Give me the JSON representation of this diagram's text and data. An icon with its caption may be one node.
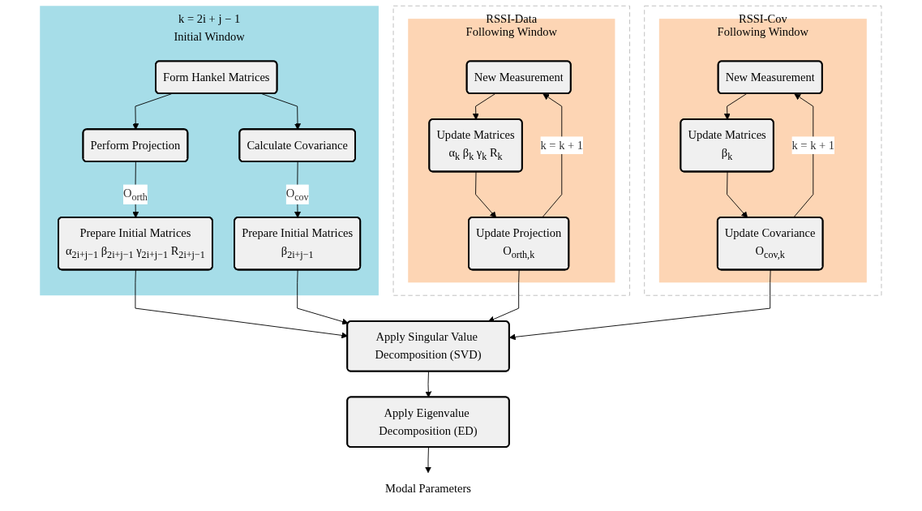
{
  "diagram": {
    "nodes": [
      {
        "text": [
          "RSSI-Data"
        ]
      },
      {
        "text": [
          "RSSI-Cov"
        ]
      },
      {
        "text": [
          "Following Window"
        ],
        "in": 0
      },
      {
        "text": [
          "New Measurement"
        ],
        "in": 2
      },
      {
        "text": [
          "Update Matrices",
          "α$_{k}$ β$_{k}$ γ$_{k}$ R$_{k}$"
        ],
        "in": 2
      },
      {
        "text": [
          "Update Projection",
          "O$_{orth,k}$"
        ],
        "in": 2
      },
      {
        "text": [
          "k = 2i + j − 1",
          "Initial Window"
        ]
      },
      {
        "text": [
          "Form Hankel Matrices"
        ],
        "in": 6
      },
      {
        "text": [
          "Perform Projection"
        ],
        "in": 6
      },
      {
        "text": [
          "Calculate Covariance"
        ],
        "in": 6
      },
      {
        "text": [
          "Prepare Initial Matrices",
          "α$_{2i+j−1}$ β$_{2i+j−1}$ γ$_{2i+j−1}$ R$_{2i+j−1}$"
        ],
        "in": 6
      },
      {
        "text": [
          "Prepare Initial Matrices",
          "β$_{2i+j−1}$"
        ],
        "in": 6
      },
      {
        "text": [
          "Following Window"
        ],
        "in": 1
      },
      {
        "text": [
          "New Measurement"
        ],
        "in": 12
      },
      {
        "text": [
          "Update Matrices",
          "β$_{k}$"
        ],
        "in": 12
      },
      {
        "text": [
          "Update Covariance",
          "O$_{cov,k}$"
        ],
        "in": 12
      },
      {
        "text": [
          "Apply Singular Value Decomposition (SVD)"
        ]
      },
      {
        "text": [
          "Apply Eigenvalue Decomposition (ED)"
        ]
      },
      {
        "text": [
          "Modal Parameters"
        ]
      }
    ],
    "edges": [
      {
        "from": 7,
        "to": 8,
        "arrow": "to"
      },
      {
        "from": 7,
        "to": 9,
        "arrow": "to"
      },
      {
        "from": 8,
        "to": 10,
        "arrow": "to",
        "label": "O$_{orth}$"
      },
      {
        "from": 9,
        "to": 11,
        "arrow": "to",
        "label": "O$_{cov}$"
      },
      {
        "from": 3,
        "to": 4,
        "arrow": "to"
      },
      {
        "from": 4,
        "to": 5,
        "arrow": "to"
      },
      {
        "from": 5,
        "to": 3,
        "arrow": "to",
        "label": "k = k + 1"
      },
      {
        "from": 13,
        "to": 14,
        "arrow": "to"
      },
      {
        "from": 14,
        "to": 15,
        "arrow": "to"
      },
      {
        "from": 15,
        "to": 13,
        "arrow": "to",
        "label": "k = k + 1"
      },
      {
        "from": 10,
        "to": 16,
        "arrow": "to"
      },
      {
        "from": 11,
        "to": 16,
        "arrow": "to"
      },
      {
        "from": 5,
        "to": 16,
        "arrow": "to"
      },
      {
        "from": 15,
        "to": 16,
        "arrow": "to"
      },
      {
        "from": 16,
        "to": 17,
        "arrow": "to"
      },
      {
        "from": 17,
        "to": 18,
        "arrow": "to"
      }
    ]
  }
}
